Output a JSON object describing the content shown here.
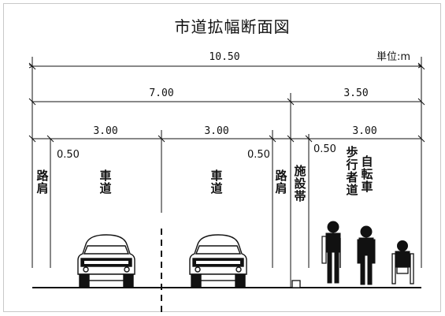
{
  "title": "市道拡幅断面図",
  "unit_label": "単位:m",
  "dimensions": {
    "total": "10.50",
    "carriageway_total": "7.00",
    "sidewalk_total": "3.50",
    "lane_left": "3.00",
    "lane_right": "3.00",
    "sidewalk_width": "3.00",
    "shoulder_left": "0.50",
    "shoulder_right": "0.50",
    "facility_zone": "0.50"
  },
  "labels": {
    "shoulder_left": "路肩",
    "lane_left": "車道",
    "lane_right": "車道",
    "shoulder_right": "路肩",
    "facility_zone": "施設帯",
    "pedestrian_way": "歩行者道",
    "bicycle_way": "自転車"
  },
  "colors": {
    "line": "#111111",
    "frame": "#c8c8c8"
  }
}
